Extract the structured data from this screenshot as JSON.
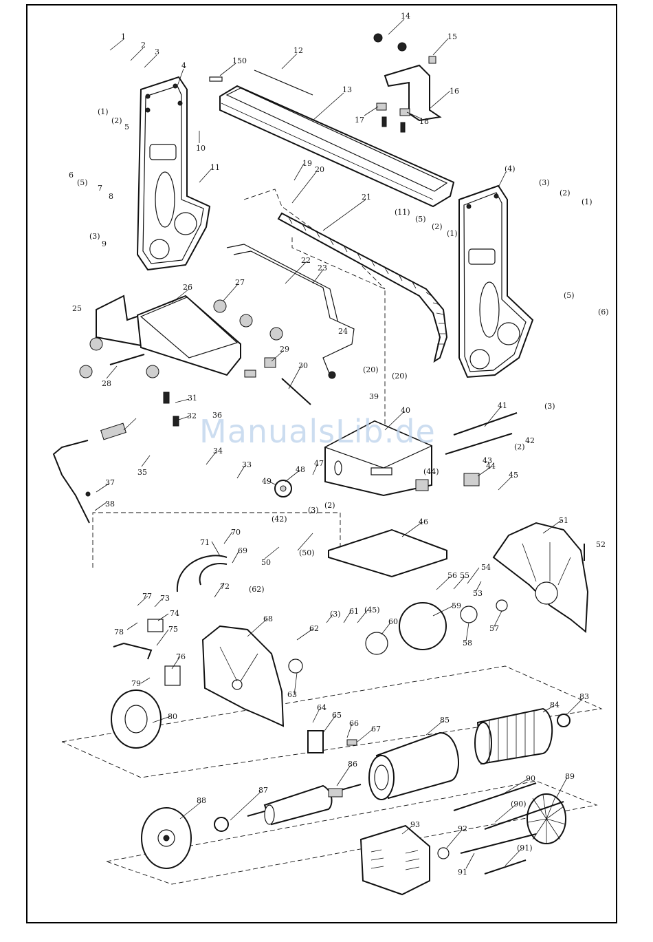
{
  "watermark": "ManualsLib.de",
  "callouts": [
    {
      "text": "1"
    },
    {
      "text": "2"
    },
    {
      "text": "3"
    },
    {
      "text": "4"
    },
    {
      "text": "150"
    },
    {
      "text": "12"
    },
    {
      "text": "13"
    },
    {
      "text": "14"
    },
    {
      "text": "15"
    },
    {
      "text": "16"
    },
    {
      "text": "17"
    },
    {
      "text": "18"
    },
    {
      "text": "(1)"
    },
    {
      "text": "(2)"
    },
    {
      "text": "5"
    },
    {
      "text": "6"
    },
    {
      "text": "(5)"
    },
    {
      "text": "10"
    },
    {
      "text": "11"
    },
    {
      "text": "7"
    },
    {
      "text": "8"
    },
    {
      "text": "(3)"
    },
    {
      "text": "9"
    },
    {
      "text": "19"
    },
    {
      "text": "20"
    },
    {
      "text": "21"
    },
    {
      "text": "(4)"
    },
    {
      "text": "(3)"
    },
    {
      "text": "(2)"
    },
    {
      "text": "(1)"
    },
    {
      "text": "(11)"
    },
    {
      "text": "(5)"
    },
    {
      "text": "(2)"
    },
    {
      "text": "(1)"
    },
    {
      "text": "(5)"
    },
    {
      "text": "(6)"
    },
    {
      "text": "22"
    },
    {
      "text": "23"
    },
    {
      "text": "24"
    },
    {
      "text": "(20)"
    },
    {
      "text": "25"
    },
    {
      "text": "26"
    },
    {
      "text": "27"
    },
    {
      "text": "28"
    },
    {
      "text": "29"
    },
    {
      "text": "30"
    },
    {
      "text": "31"
    },
    {
      "text": "32"
    },
    {
      "text": "(20)"
    },
    {
      "text": "39"
    },
    {
      "text": "40"
    },
    {
      "text": "41"
    },
    {
      "text": "(3)"
    },
    {
      "text": "(2)"
    },
    {
      "text": "42"
    },
    {
      "text": "43"
    },
    {
      "text": "36"
    },
    {
      "text": "35"
    },
    {
      "text": "34"
    },
    {
      "text": "33"
    },
    {
      "text": "37"
    },
    {
      "text": "38"
    },
    {
      "text": "49"
    },
    {
      "text": "48"
    },
    {
      "text": "47"
    },
    {
      "text": "(42)"
    },
    {
      "text": "(3)"
    },
    {
      "text": "(2)"
    },
    {
      "text": "(44)"
    },
    {
      "text": "44"
    },
    {
      "text": "45"
    },
    {
      "text": "46"
    },
    {
      "text": "51"
    },
    {
      "text": "52"
    },
    {
      "text": "70"
    },
    {
      "text": "71"
    },
    {
      "text": "69"
    },
    {
      "text": "50"
    },
    {
      "text": "(50)"
    },
    {
      "text": "72"
    },
    {
      "text": "(62)"
    },
    {
      "text": "56"
    },
    {
      "text": "55"
    },
    {
      "text": "54"
    },
    {
      "text": "53"
    },
    {
      "text": "77"
    },
    {
      "text": "73"
    },
    {
      "text": "74"
    },
    {
      "text": "78"
    },
    {
      "text": "75"
    },
    {
      "text": "68"
    },
    {
      "text": "(3)"
    },
    {
      "text": "61"
    },
    {
      "text": "(45)"
    },
    {
      "text": "59"
    },
    {
      "text": "62"
    },
    {
      "text": "60"
    },
    {
      "text": "58"
    },
    {
      "text": "57"
    },
    {
      "text": "76"
    },
    {
      "text": "79"
    },
    {
      "text": "63"
    },
    {
      "text": "80"
    },
    {
      "text": "64"
    },
    {
      "text": "65"
    },
    {
      "text": "66"
    },
    {
      "text": "67"
    },
    {
      "text": "85"
    },
    {
      "text": "84"
    },
    {
      "text": "83"
    },
    {
      "text": "86"
    },
    {
      "text": "88"
    },
    {
      "text": "87"
    },
    {
      "text": "90"
    },
    {
      "text": "89"
    },
    {
      "text": "(90)"
    },
    {
      "text": "93"
    },
    {
      "text": "92"
    },
    {
      "text": "91"
    },
    {
      "text": "(91)"
    }
  ]
}
